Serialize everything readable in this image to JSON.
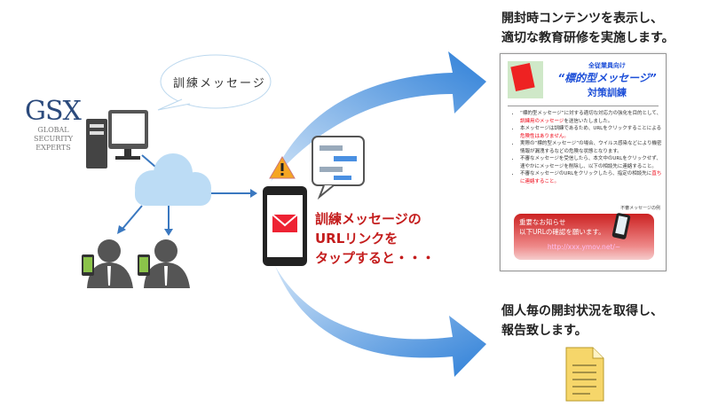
{
  "logo": {
    "name": "GSX",
    "subtitle": [
      "GLOBAL",
      "SECURITY",
      "EXPERTS"
    ]
  },
  "bubble": "訓練メッセージ",
  "phone_caption": [
    "訓練メッセージの",
    "URLリンクを",
    "タップすると・・・"
  ],
  "top_right_text": [
    "開封時コンテンツを表示し、",
    "適切な教育研修を実施します。"
  ],
  "bottom_right_text": [
    "個人毎の開封状況を取得し、",
    "報告致します。"
  ],
  "document": {
    "audience": "全従業員向け",
    "title": "“標的型メッセージ”",
    "subtitle": "対策訓練",
    "bullets": [
      {
        "pre": "“標的型メッセージ”に対する適切な対応力の強化を目的として、",
        "hl": "訓練用のメッセージ",
        "post": "を送信いたしました。"
      },
      {
        "pre": "本メッセージは訓練であるため、URLをクリックすることによる",
        "hl": "危険性はありません。",
        "post": ""
      },
      {
        "pre": "実際の“標的型メッセージ”の場合、ウイルス感染などにより機密情報が漏洩するなどの危険な状態となります。",
        "hl": "",
        "post": ""
      },
      {
        "pre": "不審なメッセージを受信したら、本文中のURLをクリックせず、速やかにメッセージを削除し、以下の相談先に連絡すること。",
        "hl": "",
        "post": ""
      },
      {
        "pre": "不審なメッセージのURLをクリックしたら、指定の相談先に",
        "hl": "直ちに連絡すること。",
        "post": ""
      }
    ],
    "example_label": "不審メッセージの例",
    "banner_lines": [
      "重要なお知らせ",
      "以下URLの確認を願います。"
    ],
    "banner_url": "http://xxx.ymov.net/~"
  }
}
